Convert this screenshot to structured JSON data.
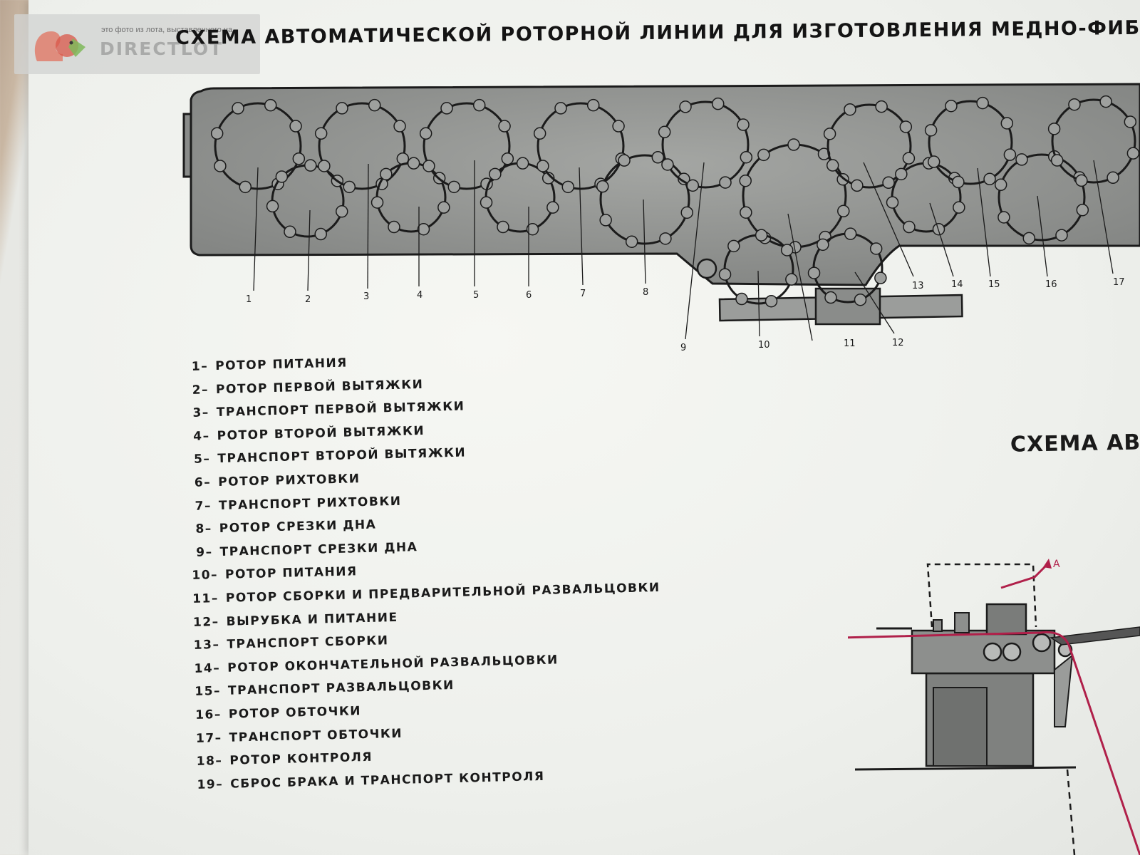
{
  "watermark": {
    "caption": "это фото из лота, выставленного на",
    "brand": "DIRECTLOT"
  },
  "title": "СХЕМА АВТОМАТИЧЕСКОЙ РОТОРНОЙ ЛИНИИ ДЛЯ ИЗГОТОВЛЕНИЯ МЕДНО-ФИБРОВОЙ",
  "title2": "СХЕМА АВТ",
  "diagram": {
    "labels": [
      "1",
      "2",
      "3",
      "4",
      "5",
      "6",
      "7",
      "8",
      "9",
      "10",
      "11",
      "12",
      "13",
      "14",
      "15",
      "16",
      "17"
    ],
    "colors": {
      "plate": "#8f918f",
      "ring": "#1b1b1b",
      "red_line": "#b0204a"
    }
  },
  "legend": [
    {
      "n": "1–",
      "text": "РОТОР ПИТАНИЯ"
    },
    {
      "n": "2–",
      "text": "РОТОР ПЕРВОЙ ВЫТЯЖКИ"
    },
    {
      "n": "3–",
      "text": "ТРАНСПОРТ ПЕРВОЙ ВЫТЯЖКИ"
    },
    {
      "n": "4–",
      "text": "РОТОР ВТОРОЙ ВЫТЯЖКИ"
    },
    {
      "n": "5–",
      "text": "ТРАНСПОРТ ВТОРОЙ ВЫТЯЖКИ"
    },
    {
      "n": "6–",
      "text": "РОТОР РИХТОВКИ"
    },
    {
      "n": "7–",
      "text": "ТРАНСПОРТ РИХТОВКИ"
    },
    {
      "n": "8–",
      "text": "РОТОР СРЕЗКИ ДНА"
    },
    {
      "n": "9–",
      "text": "ТРАНСПОРТ СРЕЗКИ ДНА"
    },
    {
      "n": "10–",
      "text": "РОТОР ПИТАНИЯ"
    },
    {
      "n": "11–",
      "text": "РОТОР СБОРКИ И ПРЕДВАРИТЕЛЬНОЙ РАЗВАЛЬЦОВКИ"
    },
    {
      "n": "12–",
      "text": "ВЫРУБКА И ПИТАНИЕ"
    },
    {
      "n": "13–",
      "text": "ТРАНСПОРТ СБОРКИ"
    },
    {
      "n": "14–",
      "text": "РОТОР ОКОНЧАТЕЛЬНОЙ РАЗВАЛЬЦОВКИ"
    },
    {
      "n": "15–",
      "text": "ТРАНСПОРТ РАЗВАЛЬЦОВКИ"
    },
    {
      "n": "16–",
      "text": "РОТОР ОБТОЧКИ"
    },
    {
      "n": "17–",
      "text": "ТРАНСПОРТ ОБТОЧКИ"
    },
    {
      "n": "18–",
      "text": "РОТОР КОНТРОЛЯ"
    },
    {
      "n": "19–",
      "text": "СБРОС БРАКА И ТРАНСПОРТ КОНТРОЛЯ"
    }
  ],
  "machine": {
    "arrow_label": "А"
  }
}
